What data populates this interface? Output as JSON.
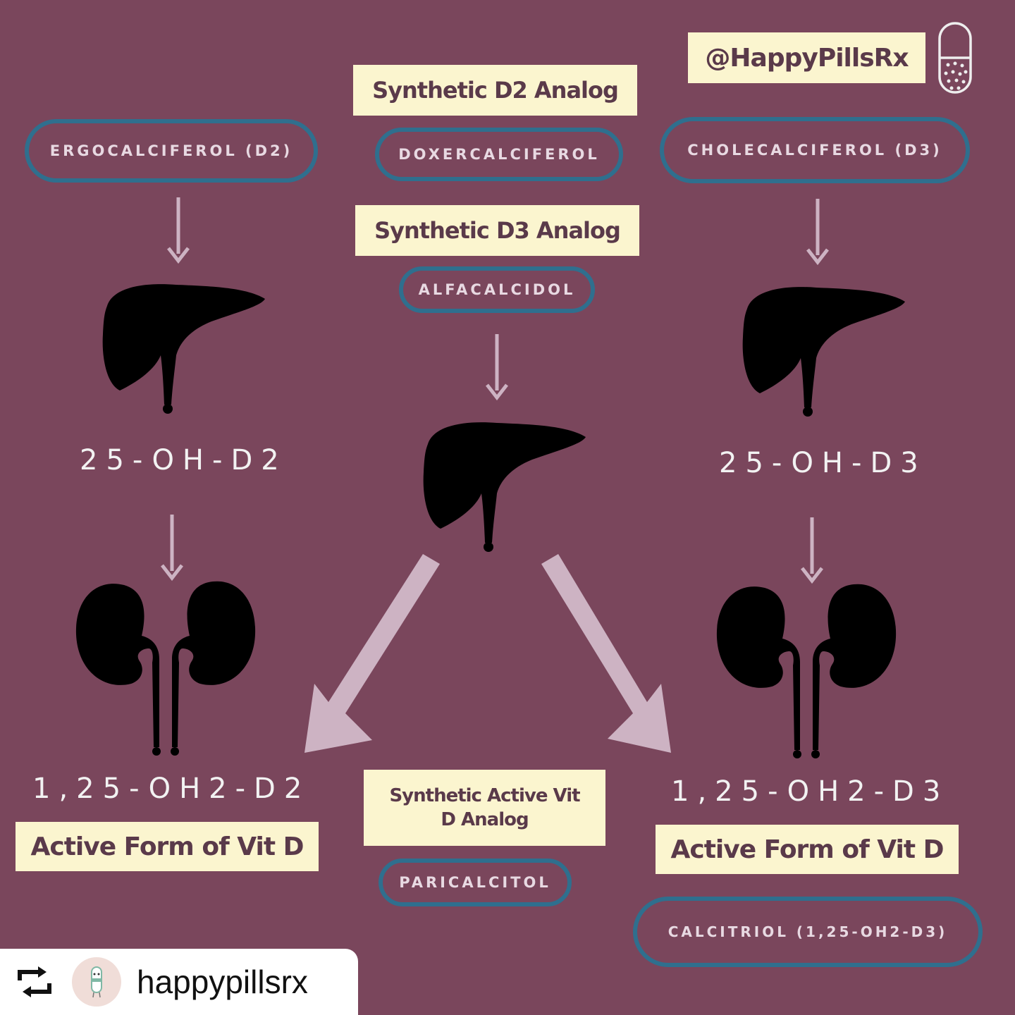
{
  "watermark": {
    "handle": "@HappyPillsRx",
    "icon": "pill-capsule-icon"
  },
  "left_column": {
    "precursor": "ERGOCALCIFEROL (D2)",
    "intermediate": "25-OH-D2",
    "active": "1,25-OH2-D2",
    "active_label": "Active Form of Vit D"
  },
  "middle_column": {
    "d2_analog_label": "Synthetic D2 Analog",
    "d2_analog": "DOXERCALCIFEROL",
    "d3_analog_label": "Synthetic D3 Analog",
    "d3_analog": "ALFACALCIDOL",
    "active_analog_label": "Synthetic Active Vit D Analog",
    "active_analog": "PARICALCITOL"
  },
  "right_column": {
    "precursor": "CHOLECALCIFEROL (D3)",
    "intermediate": "25-OH-D3",
    "active": "1,25-OH2-D3",
    "active_label": "Active Form of Vit D",
    "active_drug": "CALCITRIOL (1,25-OH2-D3)"
  },
  "icons": {
    "liver": "liver-icon",
    "kidneys": "kidneys-icon",
    "repost": "repost-icon"
  },
  "repost_bar": {
    "username": "happypillsrx"
  },
  "colors": {
    "background": "#7a465c",
    "pill_border": "#2f6f8e",
    "label_bg": "#fbf5cf",
    "arrow": "#cdb3c3"
  }
}
